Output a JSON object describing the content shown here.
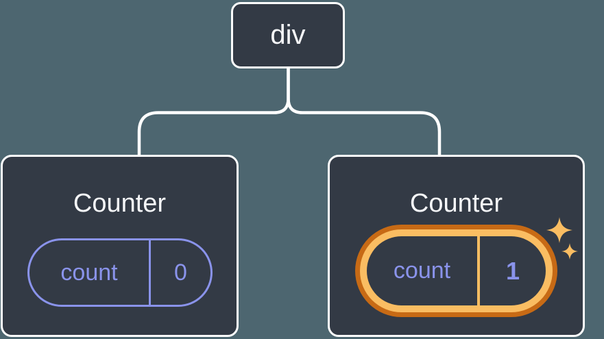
{
  "canvas": {
    "background": "#4D6670"
  },
  "palette": {
    "card_fill": "#333A45",
    "card_border": "#FFFFFF",
    "connector_line": "#FFFFFF",
    "title_text": "#F6F7F9",
    "state_accent": "#8A93EB",
    "highlight_ring_outer": "#C76A15",
    "highlight_ring_inner": "#FABD62",
    "sparkle": "#FABD62"
  },
  "diagram": {
    "root_node": {
      "label": "div"
    },
    "children": [
      {
        "title": "Counter",
        "state_pill": {
          "label": "count",
          "value": "0"
        },
        "highlighted": false
      },
      {
        "title": "Counter",
        "state_pill": {
          "label": "count",
          "value": "1"
        },
        "highlighted": true
      }
    ],
    "icons": [
      "sparkle-large-icon",
      "sparkle-small-icon"
    ]
  }
}
